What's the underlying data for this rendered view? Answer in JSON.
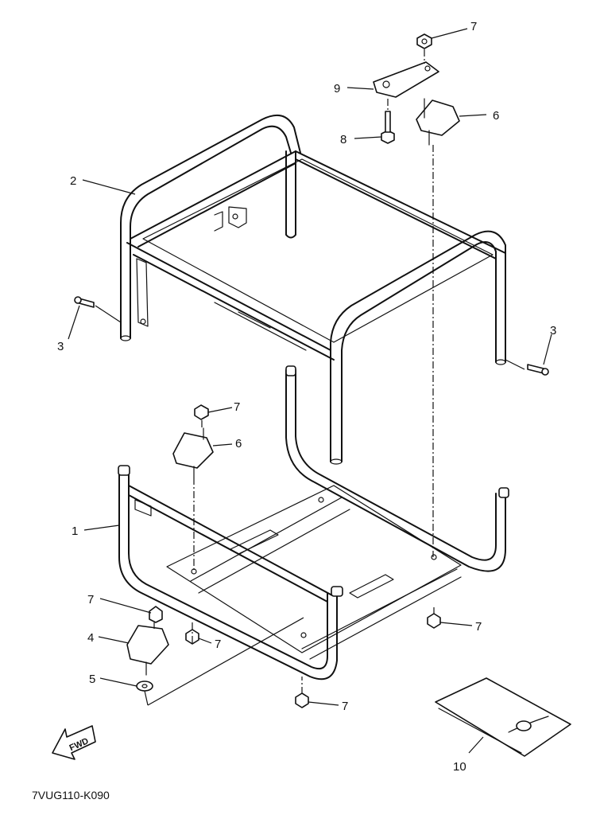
{
  "diagram": {
    "drawing_code": "7VUG110-K090",
    "fwd_label": "FWD",
    "callouts": {
      "upper_nut_7": "7",
      "bracket_9": "9",
      "damper_6_upper": "6",
      "bolt_8": "8",
      "frame_2": "2",
      "pin_3_left": "3",
      "pin_3_right": "3",
      "nut_7_mid": "7",
      "damper_6_lower": "6",
      "frame_1": "1",
      "nut_7_left": "7",
      "damper_4": "4",
      "nut_7_center": "7",
      "washer_5": "5",
      "nut_7_right": "7",
      "nut_7_bottom": "7",
      "manual_10": "10"
    }
  }
}
